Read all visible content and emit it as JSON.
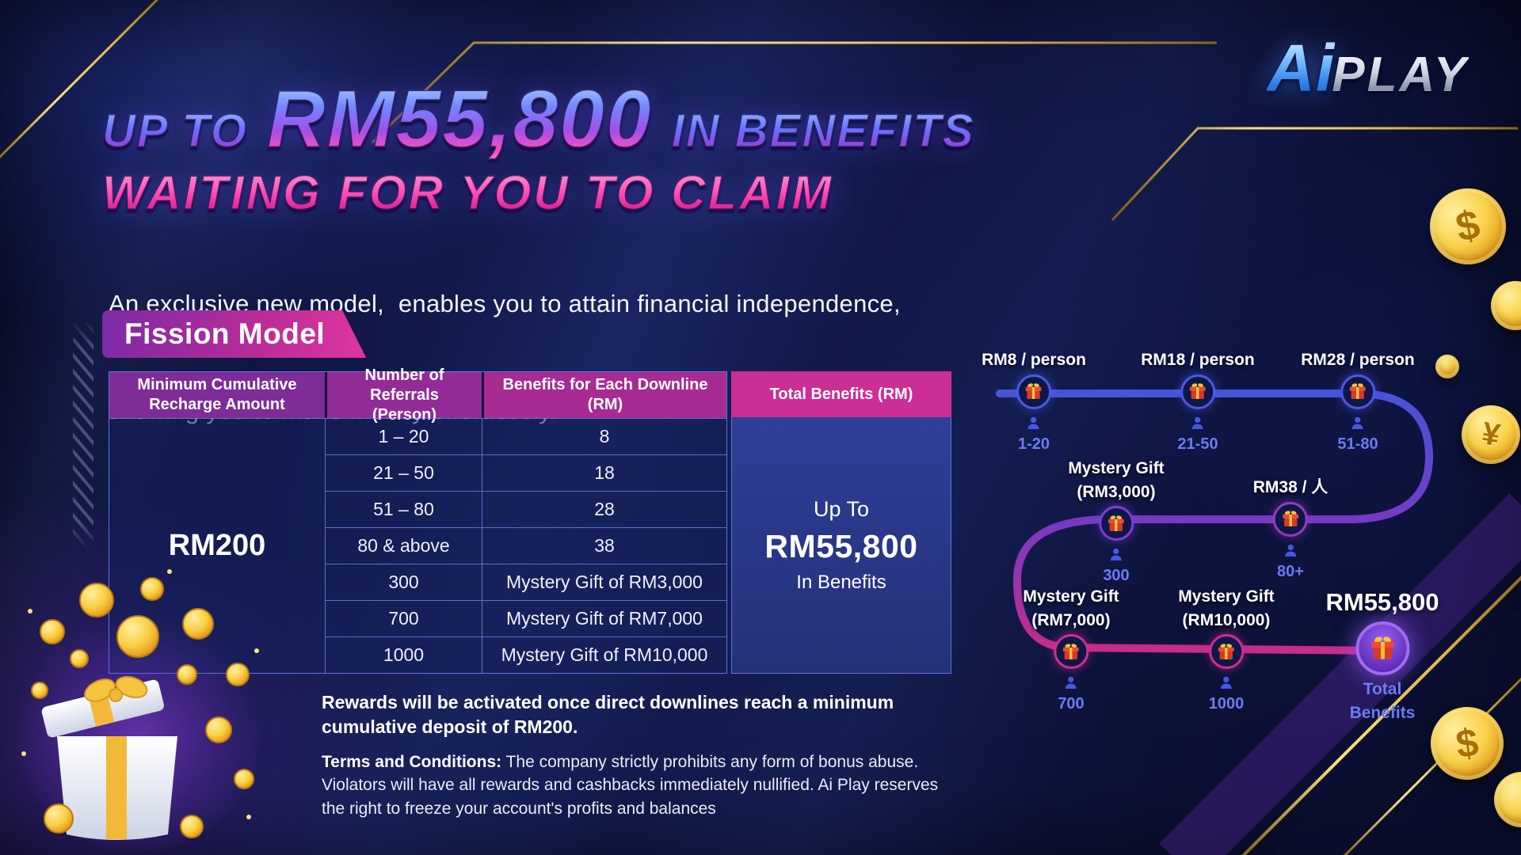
{
  "logo": {
    "part1": "Ai",
    "part2": "PLAY"
  },
  "headline": {
    "prefix": "UP TO",
    "amount": "RM55,800",
    "suffix": "IN BENEFITS",
    "line2": "WAITING FOR YOU TO CLAIM"
  },
  "intro": {
    "line1": "An exclusive new model,  enables you to attain financial independence,",
    "line2": "allowing you to make money effortlessly."
  },
  "badge": {
    "label": "Fission Model"
  },
  "table": {
    "headers": [
      "Minimum Cumulative Recharge Amount",
      "Number of Referrals (Person)",
      "Benefits for Each Downline (RM)",
      "Total Benefits (RM)"
    ],
    "recharge_amount": "RM200",
    "rows": [
      {
        "referrals": "1 – 20",
        "benefit": "8"
      },
      {
        "referrals": "21 – 50",
        "benefit": "18"
      },
      {
        "referrals": "51 – 80",
        "benefit": "28"
      },
      {
        "referrals": "80 & above",
        "benefit": "38"
      },
      {
        "referrals": "300",
        "benefit": "Mystery Gift of RM3,000"
      },
      {
        "referrals": "700",
        "benefit": "Mystery Gift of RM7,000"
      },
      {
        "referrals": "1000",
        "benefit": "Mystery Gift of RM10,000"
      }
    ],
    "total": {
      "prefix": "Up To",
      "amount": "RM55,800",
      "suffix": "In Benefits"
    }
  },
  "notes": {
    "activation": "Rewards will be activated once direct downlines reach a minimum cumulative deposit of RM200.",
    "terms_label": "Terms and Conditions:",
    "terms_text": " The company strictly prohibits any form of bonus abuse. Violators will have all rewards and cashbacks immediately nullified. Ai Play reserves the right to freeze your account's profits and balances"
  },
  "diagram": {
    "nodes": [
      {
        "label": "RM8 / person",
        "count": "1-20"
      },
      {
        "label": "RM18 / person",
        "count": "21-50"
      },
      {
        "label": "RM28 / person",
        "count": "51-80"
      },
      {
        "label": "Mystery Gift",
        "label2": "(RM3,000)",
        "count": "300"
      },
      {
        "label": "RM38 / 人",
        "count": "80+"
      },
      {
        "label": "Mystery Gift",
        "label2": "(RM7,000)",
        "count": "700"
      },
      {
        "label": "Mystery Gift",
        "label2": "(RM10,000)",
        "count": "1000"
      },
      {
        "label": "RM55,800",
        "sub1": "Total",
        "sub2": "Benefits"
      }
    ]
  },
  "decor": {
    "coin_symbol_dollar": "$",
    "coin_symbol_yuan": "¥"
  },
  "colors": {
    "background": "#0c1136",
    "gold": "#f2c13d",
    "magenta": "#cb2f96",
    "purple": "#7a3cc8",
    "blue": "#4a55dd",
    "count_blue": "#6b7bf5"
  }
}
